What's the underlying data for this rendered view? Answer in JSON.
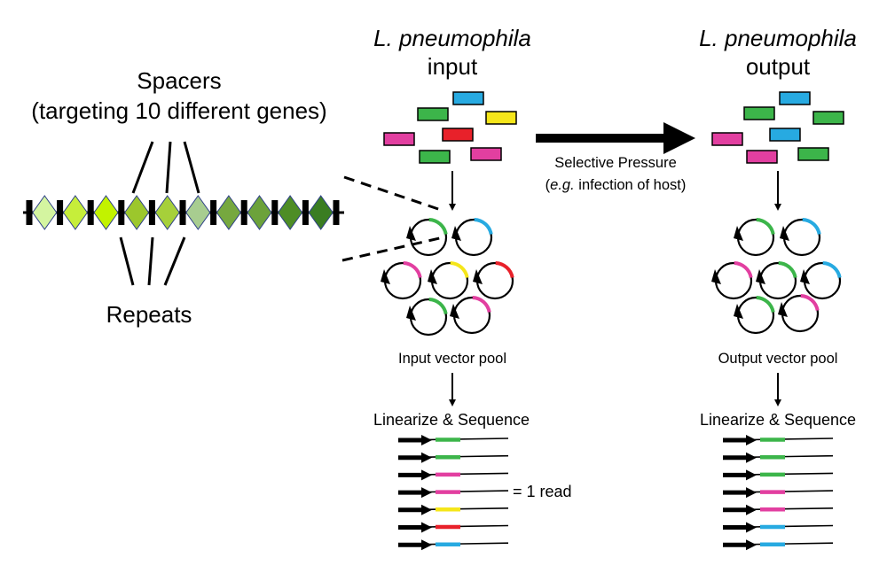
{
  "crispr_array": {
    "spacers_label": [
      "Spacers",
      "(targeting 10 different genes)"
    ],
    "repeats_label": "Repeats",
    "spacer_colors": [
      "#d4f5a0",
      "#c6ee3a",
      "#c2f200",
      "#9cc72c",
      "#a6d03a",
      "#a8cd90",
      "#76a83f",
      "#6ca23b",
      "#4e8d25",
      "#3a7d22"
    ]
  },
  "input": {
    "title_species": "L. pneumophila",
    "title_word": "input",
    "pool_label": "Input vector pool",
    "sequence_label": "Linearize & Sequence",
    "read_label": "= 1 read",
    "read_colors": [
      "#3cb54a",
      "#3cb54a",
      "#e23fa0",
      "#e23fa0",
      "#f5e61a",
      "#e8212a",
      "#27aae1"
    ]
  },
  "selection": {
    "label": "Selective Pressure",
    "example_abbrev": "e.g.",
    "example_rest": " infection of host)"
  },
  "output": {
    "title_species": "L. pneumophila",
    "title_word": "output",
    "pool_label": "Output vector pool",
    "sequence_label": "Linearize & Sequence",
    "read_colors": [
      "#3cb54a",
      "#3cb54a",
      "#3cb54a",
      "#e23fa0",
      "#e23fa0",
      "#27aae1",
      "#27aae1"
    ]
  },
  "colors": {
    "green": "#3cb54a",
    "blue": "#27aae1",
    "yellow": "#f5e61a",
    "magenta": "#e23fa0",
    "red": "#e8212a",
    "black": "#000000"
  }
}
